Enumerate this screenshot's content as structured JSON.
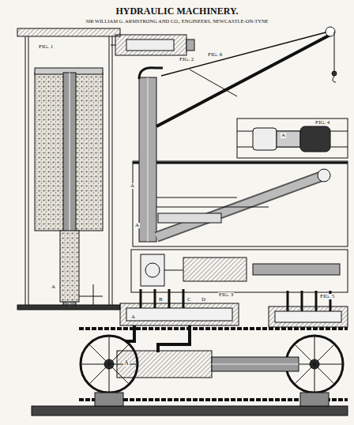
{
  "diagram": {
    "title": "HYDRAULIC MACHINERY.",
    "labels": [
      "SIR WILLIAM G. ARMSTRONG AND CO., ENGINEERS, NEWCASTLE-ON-TYNE",
      "FIG. 1",
      "FIG. 2",
      "FIG. 6",
      "FIG. 4",
      "FIG. 3",
      "FIG. 5",
      "A",
      "A",
      "A",
      "A",
      "B",
      "C",
      "D",
      "A",
      "A"
    ]
  }
}
